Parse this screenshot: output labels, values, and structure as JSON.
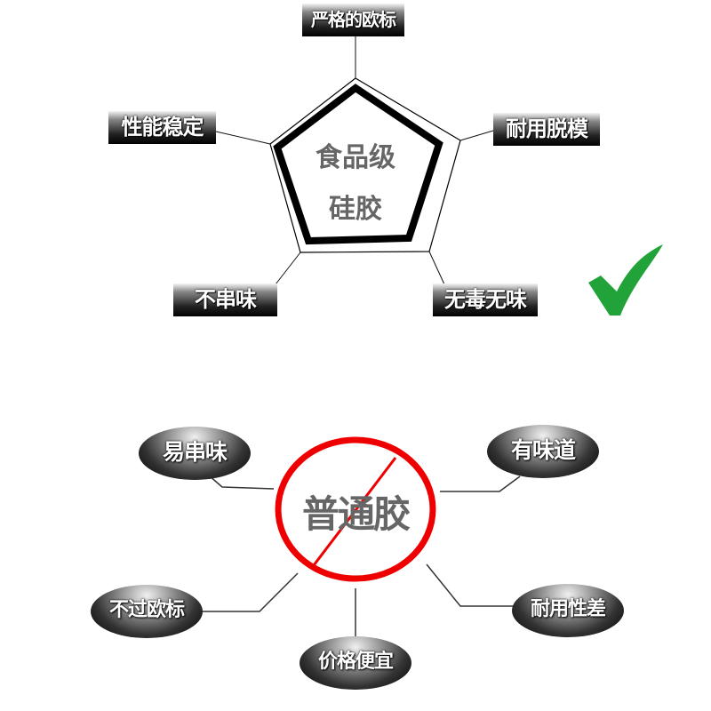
{
  "food_grade": {
    "center_line1": "食品级",
    "center_line2": "硅胶",
    "features": [
      "严格的欧标",
      "性能稳定",
      "耐用脱模",
      "不串味",
      "无毒无味"
    ],
    "check_color": "#22a33a"
  },
  "ordinary": {
    "center": "普通胶",
    "features": [
      "易串味",
      "有味道",
      "不过欧标",
      "价格便宜",
      "耐用性差"
    ],
    "prohibit_color": "#ee0000"
  }
}
